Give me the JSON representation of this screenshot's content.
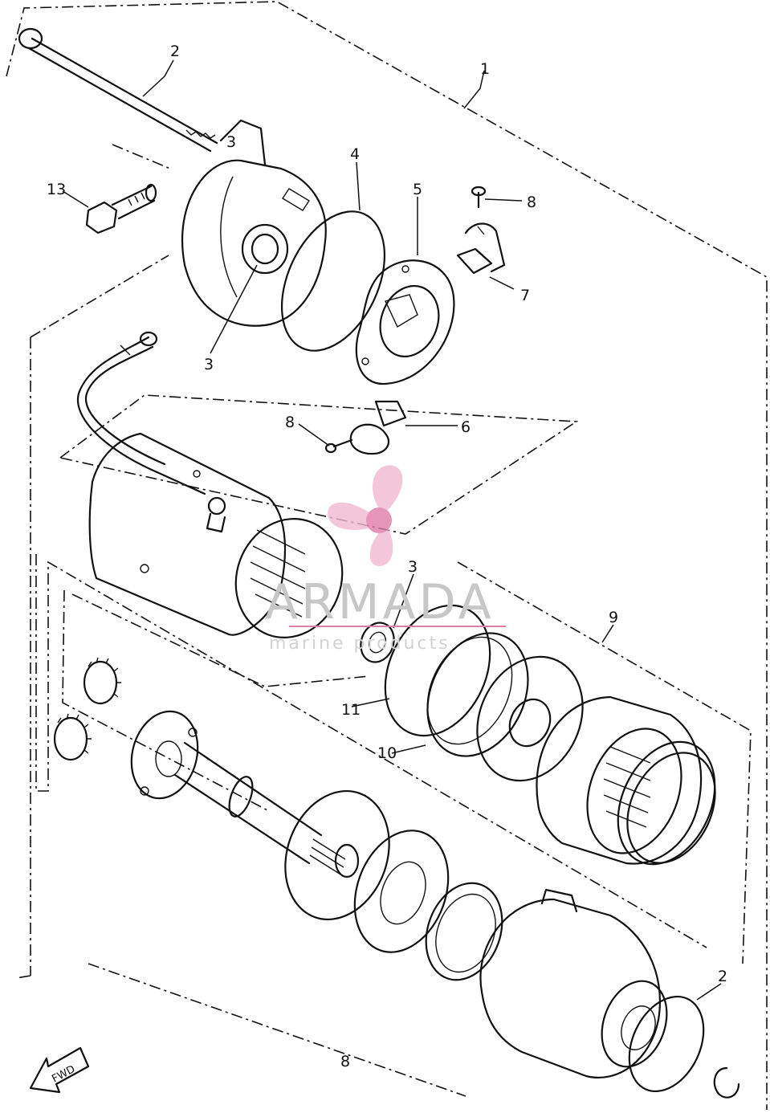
{
  "diagram": {
    "callouts": [
      "1",
      "2",
      "2",
      "3",
      "3",
      "3",
      "4",
      "5",
      "6",
      "7",
      "8",
      "8",
      "8",
      "9",
      "10",
      "11",
      "13"
    ],
    "fwd_label": "FWD"
  },
  "watermark": {
    "brand": "ARMADA",
    "tagline": "marine products",
    "accent_color": "#e07aa6"
  }
}
